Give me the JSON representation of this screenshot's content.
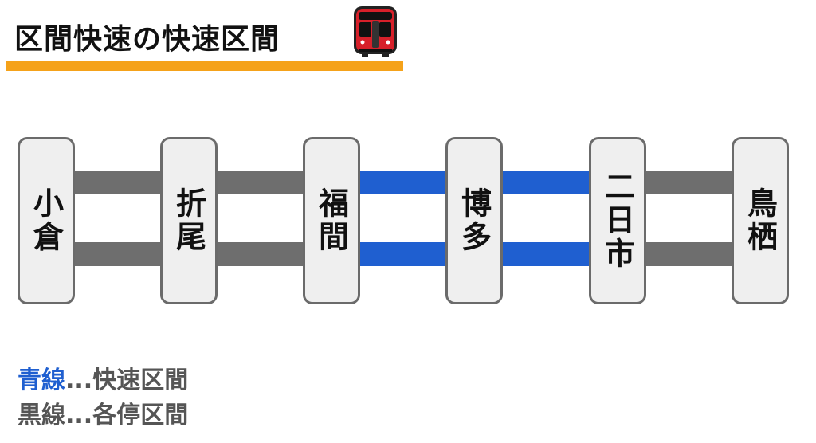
{
  "title": "区間快速の快速区間",
  "icons": {
    "train": "train-icon"
  },
  "colors": {
    "accent_underline": "#f5a21a",
    "express": "#1f5fd0",
    "local": "#6e6e6e",
    "train_red": "#d7202a"
  },
  "stations": [
    {
      "name": "小倉"
    },
    {
      "name": "折尾"
    },
    {
      "name": "福間"
    },
    {
      "name": "博多"
    },
    {
      "name": "二日市"
    },
    {
      "name": "鳥栖"
    }
  ],
  "segments": [
    {
      "from": "小倉",
      "to": "折尾",
      "type": "local"
    },
    {
      "from": "折尾",
      "to": "福間",
      "type": "local"
    },
    {
      "from": "福間",
      "to": "博多",
      "type": "express"
    },
    {
      "from": "博多",
      "to": "二日市",
      "type": "express"
    },
    {
      "from": "二日市",
      "to": "鳥栖",
      "type": "local"
    }
  ],
  "legend": [
    {
      "key": "青線",
      "text": "...快速区間",
      "key_color": "#1f5fd0"
    },
    {
      "key": "黒線",
      "text": "...各停区間",
      "key_color": "#555555"
    }
  ]
}
